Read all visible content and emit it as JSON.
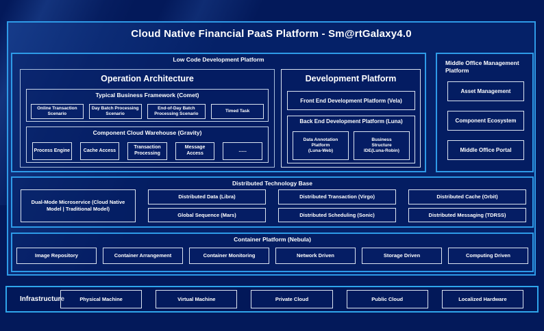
{
  "title": "Cloud Native Financial PaaS Platform - Sm@rtGalaxy4.0",
  "colors": {
    "background": "#03195a",
    "panel_fill": "#052168",
    "accent_border_blue": "#2e9be8",
    "inner_border_light": "#dde6f2",
    "text": "#ffffff"
  },
  "low_code": {
    "label": "Low Code Development Platform",
    "operation_architecture": {
      "title": "Operation Architecture",
      "typical_business_framework": {
        "label": "Typical Business Framework (Comet)",
        "items": [
          "Online Transaction Scenario",
          "Day Batch Processing Scenario",
          "End-of-Day Batch Processing Scenario",
          "Timed Task"
        ]
      },
      "component_cloud_warehouse": {
        "label": "Component Cloud Warehouse (Gravity)",
        "items": [
          "Process Engine",
          "Cache Access",
          "Transaction Processing",
          "Message Access",
          "......"
        ]
      }
    },
    "development_platform": {
      "title": "Development Platform",
      "front_end": "Front End Development Platform (Vela)",
      "back_end": {
        "label": "Back End Development Platform (Luna)",
        "items": [
          "Data Annotation\nPlatform\n(Luna-Web)",
          "Business\nStructure\nIDE(Luna-Robin)"
        ]
      }
    }
  },
  "middle_office": {
    "label": "Middle Office Management Platform",
    "items": [
      "Asset Management",
      "Component Ecosystem",
      "Middle Office Portal"
    ]
  },
  "distributed_technology_base": {
    "label": "Distributed Technology Base",
    "dual_mode": "Dual-Mode Microservice (Cloud Native Model | Traditional Model)",
    "row1": [
      "Distributed Data (Libra)",
      "Distributed Transaction (Virgo)",
      "Distributed Cache (Orbit)"
    ],
    "row2": [
      "Global Sequence (Mars)",
      "Distributed Scheduling (Sonic)",
      "Distributed Messaging (TDRSS)"
    ]
  },
  "container_platform": {
    "label": "Container Platform (Nebula)",
    "items": [
      "Image Repository",
      "Container Arrangement",
      "Container Monitoring",
      "Network Driven",
      "Storage Driven",
      "Computing Driven"
    ]
  },
  "infrastructure": {
    "label": "Infrastructure",
    "items": [
      "Physical Machine",
      "Virtual Machine",
      "Private Cloud",
      "Public Cloud",
      "Localized Hardware"
    ]
  }
}
